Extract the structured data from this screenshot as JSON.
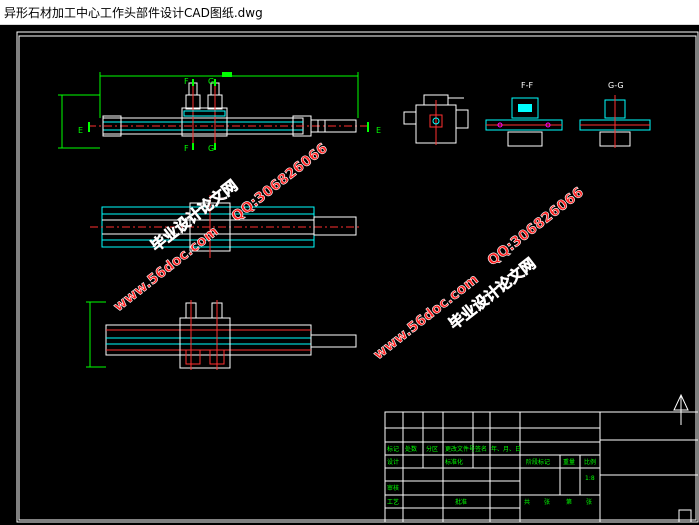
{
  "window": {
    "title": "异形石材加工中心工作头部件设计CAD图纸.dwg"
  },
  "drawing": {
    "section_labels": [
      "F",
      "G",
      "F",
      "G",
      "E",
      "E"
    ],
    "view_labels": [
      "F-F",
      "G-G"
    ],
    "watermarks": [
      {
        "text": "www.56doc.com"
      },
      {
        "text": "QQ:306826066"
      },
      {
        "text": "毕业设计论文网"
      },
      {
        "text": "www.56doc.com"
      },
      {
        "text": "QQ:306826066"
      },
      {
        "text": "毕业设计论文网"
      }
    ],
    "title_block": {
      "row1": [
        "标记",
        "处数",
        "分区",
        "更改文件号",
        "签名",
        "年、月、日"
      ],
      "design": "设计",
      "standardize": "标准化",
      "stage": "阶段标记",
      "weight": "重量",
      "scale_label": "比例",
      "scale": "1:8",
      "review": "审核",
      "process": "工艺",
      "approve": "批准",
      "sheets": [
        "共",
        "张",
        "第",
        "张"
      ]
    }
  },
  "colors": {
    "background": "#000000",
    "outline": "#ffffff",
    "cyan": "#00ffff",
    "green": "#00ff00",
    "red": "#ff3030",
    "magenta": "#ff00ff",
    "watermark": "#ff2020"
  }
}
